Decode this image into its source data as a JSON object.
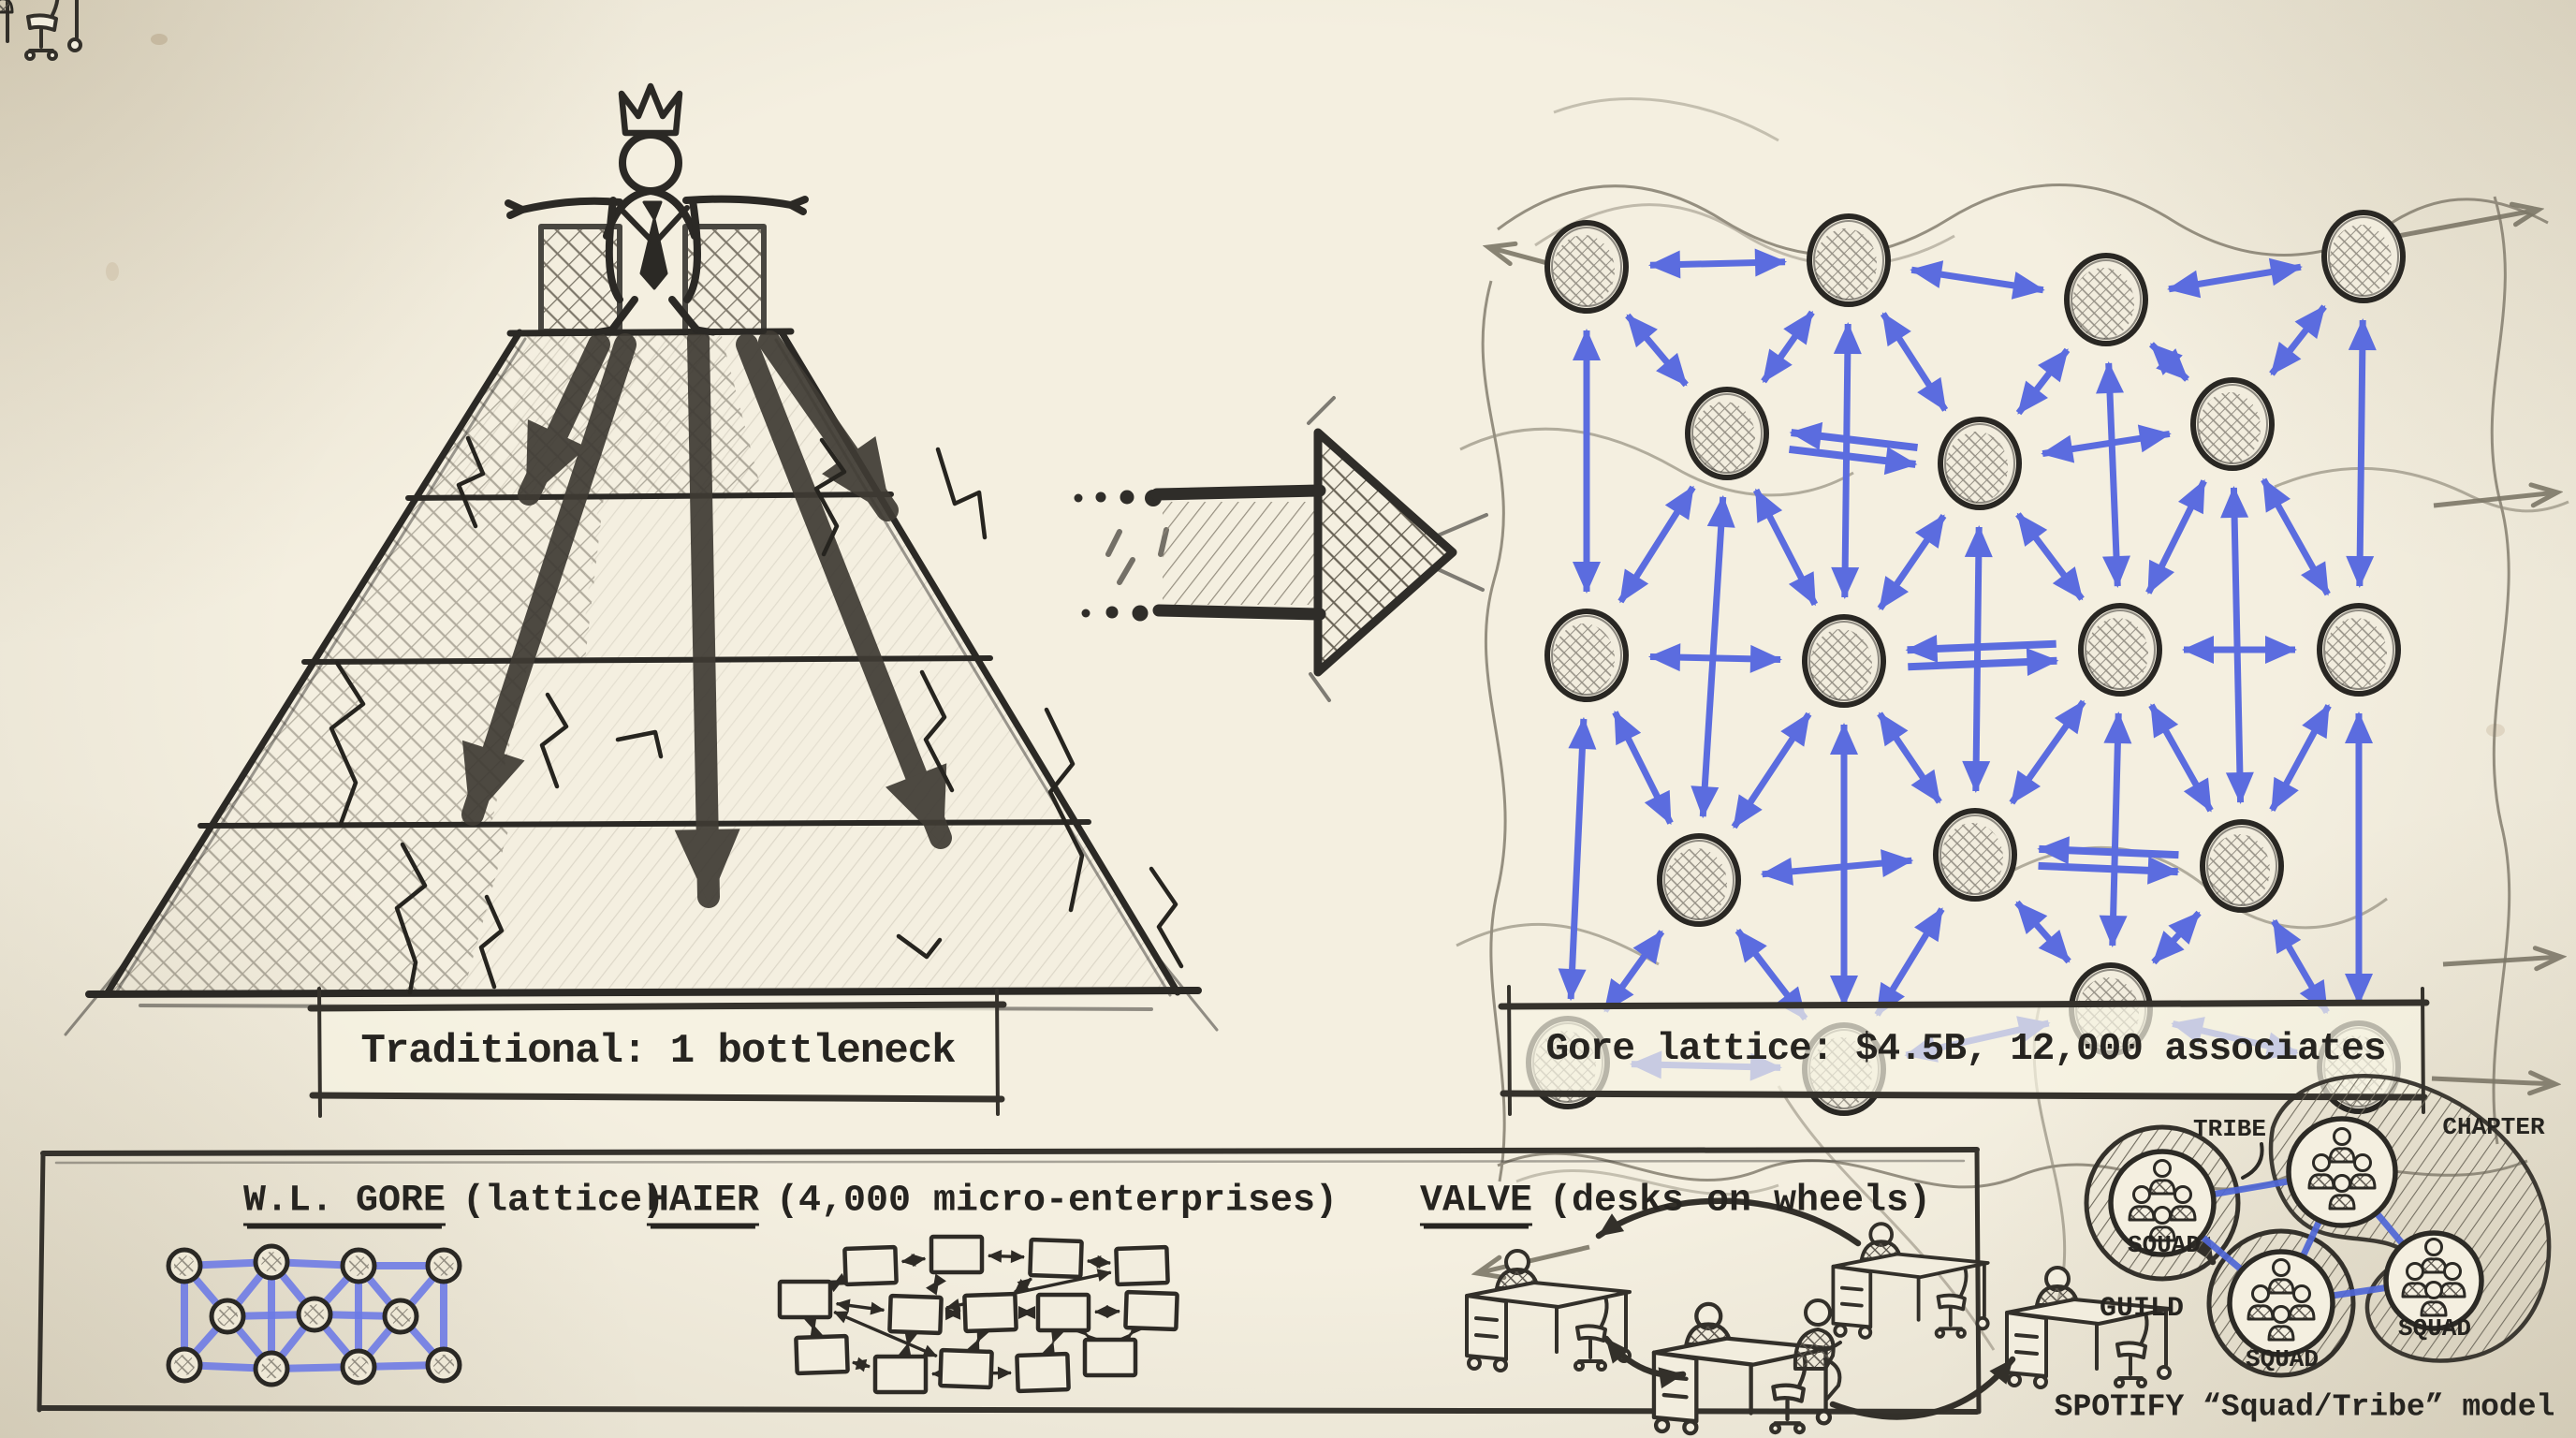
{
  "panels": {
    "traditional": {
      "caption": "Traditional: 1 bottleneck"
    },
    "lattice": {
      "caption": "Gore lattice: $4.5B, 12,000 associates"
    }
  },
  "examples": [
    {
      "name": "W.L. GORE",
      "detail": "(lattice)"
    },
    {
      "name": "HAIER",
      "detail": "(4,000 micro-enterprises)"
    },
    {
      "name": "VALVE",
      "detail": "(desks on wheels)"
    }
  ],
  "spotify": {
    "caption": "SPOTIFY “Squad/Tribe” model",
    "tribe": "TRIBE",
    "chapter": "CHAPTER",
    "guild": "GUILD",
    "squad1": "SQUAD",
    "squad2": "SQUAD",
    "squad3": "SQUAD"
  },
  "icons": {
    "king": "crowned-boss-figure",
    "pyramid": "cracking-hierarchy-pyramid",
    "transition": "right-block-arrow",
    "lattice": "peer-network-grid",
    "desks": "desks-on-wheels",
    "squads": "squad-tribe-clusters"
  },
  "colors": {
    "paper": "#f4efe0",
    "ink": "#262420",
    "blue": "#5b6cdf",
    "sketch": "#7d7768"
  }
}
